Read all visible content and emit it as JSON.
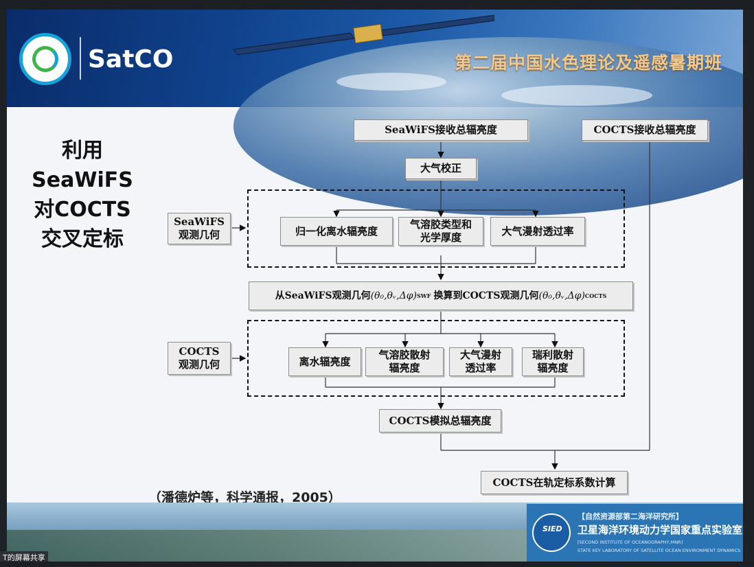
{
  "header": {
    "logo_text": "SatCO",
    "conference_title": "第二届中国水色理论及遥感暑期班"
  },
  "left_title": [
    "利用",
    "SeaWiFS",
    "对COCTS",
    "交叉定标"
  ],
  "diagram": {
    "seawifs_total": "SeaWiFS接收总辐亮度",
    "cocts_total": "COCTS接收总辐亮度",
    "atm_correction": "大气校正",
    "seawifs_geometry": [
      "SeaWiFS",
      "观测几何"
    ],
    "normalized_water": "归一化离水辐亮度",
    "aerosol_type": [
      "气溶胶类型和",
      "光学厚度"
    ],
    "atm_diffuse": "大气漫射透过率",
    "conversion": {
      "from": "从SeaWiFS观测几何",
      "params": "(θ₀,θᵥ,Δφ)",
      "sup1": "SWF",
      "mid": "换算到COCTS观测几何",
      "sup2": "COCTS"
    },
    "cocts_geometry": [
      "COCTS",
      "观测几何"
    ],
    "water_leaving": "离水辐亮度",
    "aerosol_scatter": [
      "气溶胶散射",
      "辐亮度"
    ],
    "atm_diffuse2": [
      "大气漫射",
      "透过率"
    ],
    "rayleigh": [
      "瑞利散射",
      "辐亮度"
    ],
    "cocts_simulated": "COCTS模拟总辐亮度",
    "calibration": "COCTS在轨定标系数计算"
  },
  "citation": "（潘德炉等，科学通报，2005）",
  "footer": {
    "inst_logo": "SIED",
    "line1": "【自然资源部第二海洋研究所】",
    "line2": "卫星海洋环境动力学国家重点实验室",
    "line3": "[SECOND INSTITUTE OF OCEANOGRAPHY,MNR]",
    "line4": "STATE KEY LABORATORY OF SATELLITE OCEAN ENVIRONMENT DYNAMICS"
  },
  "share_label": "T的屏幕共享"
}
